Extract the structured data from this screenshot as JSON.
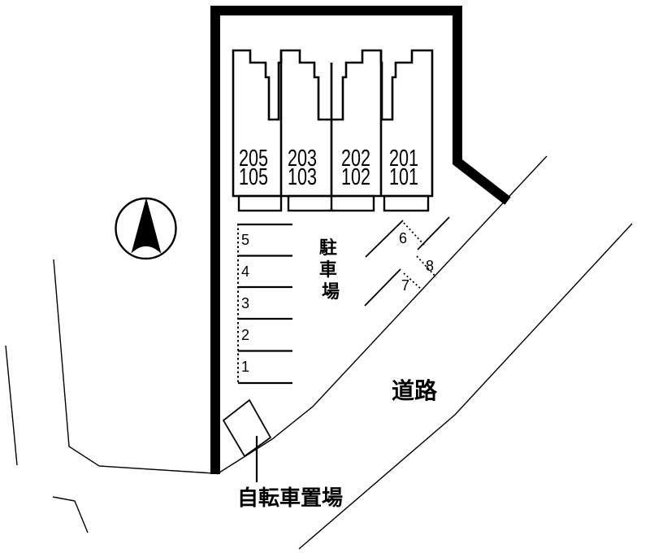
{
  "plan": {
    "building": {
      "units": [
        {
          "upper": "205",
          "lower": "105"
        },
        {
          "upper": "203",
          "lower": "103"
        },
        {
          "upper": "202",
          "lower": "102"
        },
        {
          "upper": "201",
          "lower": "101"
        }
      ]
    },
    "parking": {
      "label": "駐車場",
      "label_chars": [
        "駐",
        "車",
        "場"
      ],
      "row_spaces": [
        "5",
        "4",
        "3",
        "2",
        "1"
      ],
      "angled_spaces": [
        "6",
        "8",
        "7"
      ]
    },
    "road": {
      "label": "道路"
    },
    "bicycle": {
      "label": "自転車置場"
    },
    "colors": {
      "ink": "#000000",
      "paper": "#ffffff"
    }
  }
}
